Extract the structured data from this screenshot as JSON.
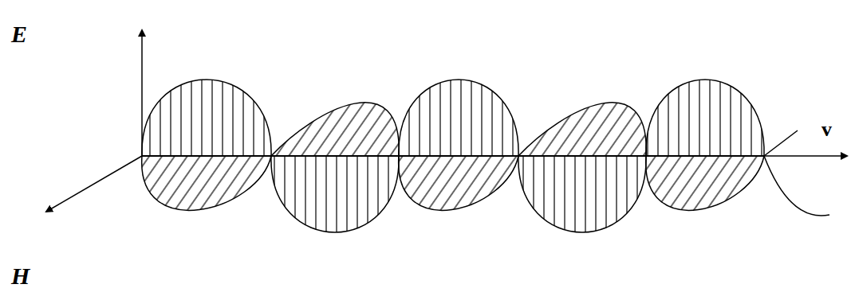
{
  "diagram": {
    "labels": [
      "E",
      "H",
      "v"
    ]
  }
}
